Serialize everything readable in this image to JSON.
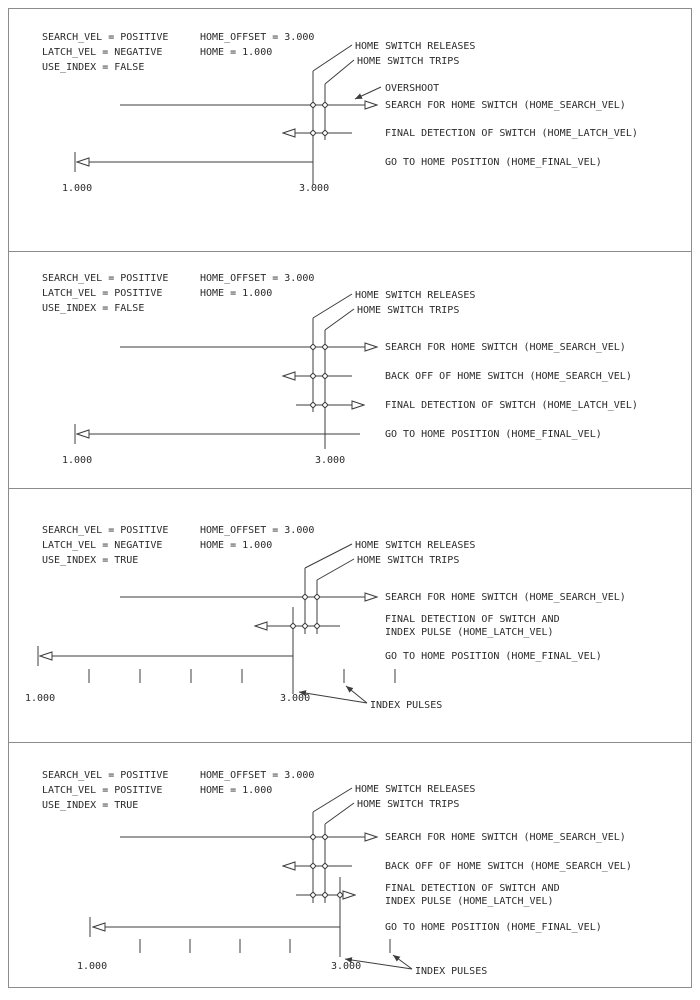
{
  "figure": {
    "background": "#ffffff",
    "line_color": "#3c3c3c",
    "text_color": "#2b2b2b"
  },
  "panels": [
    {
      "name": "panel-1",
      "params_left": [
        "SEARCH_VEL = POSITIVE",
        "LATCH_VEL = NEGATIVE",
        "USE_INDEX = FALSE"
      ],
      "params_right": [
        "HOME_OFFSET = 3.000",
        "HOME = 1.000"
      ],
      "callouts": {
        "releases": "HOME SWITCH RELEASES",
        "trips": "HOME SWITCH TRIPS",
        "overshoot": "OVERSHOOT"
      },
      "rows": {
        "search": "SEARCH FOR HOME SWITCH (HOME_SEARCH_VEL)",
        "final": "FINAL DETECTION OF SWITCH (HOME_LATCH_VEL)",
        "home": "GO TO HOME POSITION (HOME_FINAL_VEL)"
      },
      "axis": {
        "home": "1.000",
        "offset": "3.000"
      }
    },
    {
      "name": "panel-2",
      "params_left": [
        "SEARCH_VEL = POSITIVE",
        "LATCH_VEL = POSITIVE",
        "USE_INDEX = FALSE"
      ],
      "params_right": [
        "HOME_OFFSET = 3.000",
        "HOME = 1.000"
      ],
      "callouts": {
        "releases": "HOME SWITCH RELEASES",
        "trips": "HOME SWITCH TRIPS"
      },
      "rows": {
        "search": "SEARCH FOR HOME SWITCH (HOME_SEARCH_VEL)",
        "backoff": "BACK OFF OF HOME SWITCH (HOME_SEARCH_VEL)",
        "final": "FINAL DETECTION OF SWITCH (HOME_LATCH_VEL)",
        "home": "GO TO HOME POSITION (HOME_FINAL_VEL)"
      },
      "axis": {
        "home": "1.000",
        "offset": "3.000"
      }
    },
    {
      "name": "panel-3",
      "params_left": [
        "SEARCH_VEL = POSITIVE",
        "LATCH_VEL = NEGATIVE",
        "USE_INDEX = TRUE"
      ],
      "params_right": [
        "HOME_OFFSET = 3.000",
        "HOME = 1.000"
      ],
      "callouts": {
        "releases": "HOME SWITCH RELEASES",
        "trips": "HOME SWITCH TRIPS"
      },
      "rows": {
        "search": "SEARCH FOR HOME SWITCH (HOME_SEARCH_VEL)",
        "final_1": "FINAL DETECTION OF SWITCH AND",
        "final_2": "INDEX PULSE (HOME_LATCH_VEL)",
        "home": "GO TO HOME POSITION (HOME_FINAL_VEL)"
      },
      "index_pulses_label": "INDEX PULSES",
      "axis": {
        "home": "1.000",
        "offset": "3.000"
      }
    },
    {
      "name": "panel-4",
      "params_left": [
        "SEARCH_VEL = POSITIVE",
        "LATCH_VEL = POSITIVE",
        "USE_INDEX = TRUE"
      ],
      "params_right": [
        "HOME_OFFSET = 3.000",
        "HOME = 1.000"
      ],
      "callouts": {
        "releases": "HOME SWITCH RELEASES",
        "trips": "HOME SWITCH TRIPS"
      },
      "rows": {
        "search": "SEARCH FOR HOME SWITCH (HOME_SEARCH_VEL)",
        "backoff": "BACK OFF OF HOME SWITCH (HOME_SEARCH_VEL)",
        "final_1": "FINAL DETECTION OF SWITCH AND",
        "final_2": "INDEX PULSE (HOME_LATCH_VEL)",
        "home": "GO TO HOME POSITION (HOME_FINAL_VEL)"
      },
      "index_pulses_label": "INDEX PULSES",
      "axis": {
        "home": "1.000",
        "offset": "3.000"
      }
    }
  ]
}
